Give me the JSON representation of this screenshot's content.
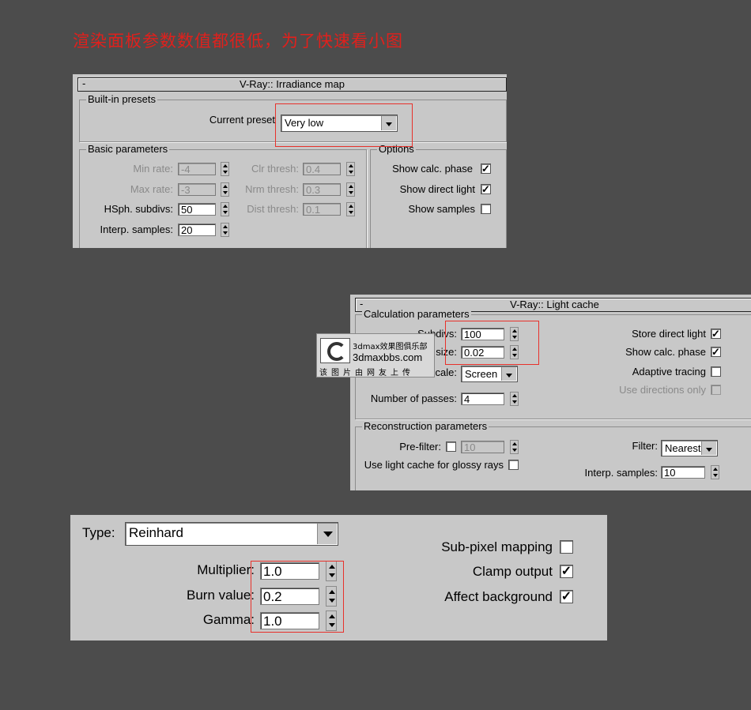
{
  "heading": "渲染面板参数数值都很低，为了快速看小图",
  "irradiance": {
    "title": "V-Ray:: Irradiance map",
    "collapse": "-",
    "presets_group": "Built-in presets",
    "current_preset_label": "Current preset",
    "current_preset_value": "Very low",
    "basic_group": "Basic parameters",
    "min_rate_label": "Min rate:",
    "min_rate": "-4",
    "max_rate_label": "Max rate:",
    "max_rate": "-3",
    "hsph_label": "HSph. subdivs:",
    "hsph": "50",
    "interp_label": "Interp. samples:",
    "interp": "20",
    "clr_label": "Clr thresh:",
    "clr": "0.4",
    "nrm_label": "Nrm thresh:",
    "nrm": "0.3",
    "dist_label": "Dist thresh:",
    "dist": "0.1",
    "options_group": "Options",
    "show_calc_label": "Show calc. phase",
    "show_direct_label": "Show direct light",
    "show_samples_label": "Show samples",
    "checkmark": "✓"
  },
  "lightcache": {
    "title": "V-Ray:: Light cache",
    "collapse": "-",
    "calc_group": "Calculation parameters",
    "subdivs_label": "Subdivs:",
    "subdivs": "100",
    "size_label": "size:",
    "size": "0.02",
    "scale_label": "cale:",
    "scale": "Screen",
    "passes_label": "Number of passes:",
    "passes": "4",
    "store_direct_label": "Store direct light",
    "show_calc_label": "Show calc. phase",
    "adaptive_label": "Adaptive tracing",
    "use_dirs_label": "Use directions only",
    "recon_group": "Reconstruction parameters",
    "prefilter_label": "Pre-filter:",
    "prefilter": "10",
    "glossy_label": "Use light cache for glossy rays",
    "filter_label": "Filter:",
    "filter": "Nearest",
    "interp_label": "Interp. samples:",
    "interp": "10",
    "checkmark": "✓"
  },
  "watermark": {
    "line1": "3dmax效果图俱乐部",
    "line2": "3dmaxbbs.com",
    "line3": "该图片由网友上传"
  },
  "colormapping": {
    "type_label": "Type:",
    "type": "Reinhard",
    "multiplier_label": "Multiplier:",
    "multiplier": "1.0",
    "burn_label": "Burn value:",
    "burn": "0.2",
    "gamma_label": "Gamma:",
    "gamma": "1.0",
    "subpixel_label": "Sub-pixel mapping",
    "clamp_label": "Clamp output",
    "affect_label": "Affect background",
    "checkmark": "✓"
  },
  "colors": {
    "background": "#4c4c4c",
    "panel": "#c8c8c8",
    "highlight": "#e8312b",
    "heading": "#e0201c"
  }
}
